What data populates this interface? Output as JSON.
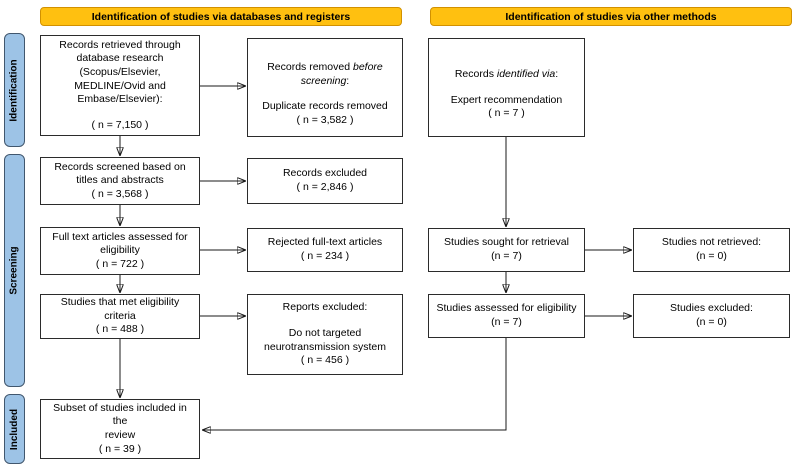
{
  "headers": {
    "left": "Identification of studies via databases and registers",
    "right": "Identification of studies via other methods"
  },
  "stages": {
    "identification": "Identification",
    "screening": "Screening",
    "included": "Included"
  },
  "colors": {
    "header_fill": "#FFC010",
    "header_border": "#D29100",
    "stage_fill": "#9DC3E6",
    "stage_border": "#41576E",
    "box_border": "#2B2B2B",
    "arrow": "#1A1A1A"
  },
  "boxes": {
    "records_retrieved": {
      "text": "Records retrieved through\ndatabase research\n(Scopus/Elsevier,\nMEDLINE/Ovid and\nEmbase/Elsevier):",
      "n": "( n = 7,150 )"
    },
    "records_removed": {
      "prefix": "Records removed ",
      "italic": "before screening",
      "suffix": ":",
      "body": "Duplicate records removed",
      "n": "( n = 3,582 )"
    },
    "records_identified": {
      "prefix": "Records ",
      "italic": "identified via",
      "suffix": ":",
      "body": "Expert recommendation",
      "n": "( n = 7 )"
    },
    "records_screened": {
      "text": "Records screened based on\ntitles and abstracts",
      "n": "( n = 3,568 )"
    },
    "records_excluded": {
      "text": "Records excluded",
      "n": "( n = 2,846 )"
    },
    "fulltext_assessed": {
      "text": "Full text articles assessed for\neligibility",
      "n": "( n = 722 )"
    },
    "rejected_fulltext": {
      "text": "Rejected full-text articles",
      "n": "( n = 234 )"
    },
    "met_eligibility": {
      "text": "Studies that met eligibility criteria",
      "n": "( n = 488 )"
    },
    "reports_excluded": {
      "title": "Reports excluded:",
      "body": "Do not targeted\nneurotransmission system",
      "n": "( n = 456 )"
    },
    "sought_retrieval": {
      "text": "Studies sought for retrieval",
      "n": "(n = 7)"
    },
    "not_retrieved": {
      "text": "Studies not retrieved:",
      "n": "(n = 0)"
    },
    "assessed_eligibility": {
      "text": "Studies assessed for eligibility",
      "n": "(n = 7)"
    },
    "studies_excluded": {
      "text": "Studies excluded:",
      "n": "(n = 0)"
    },
    "included_review": {
      "text": "Subset of studies included in the\nreview",
      "n": "( n = 39 )"
    }
  }
}
